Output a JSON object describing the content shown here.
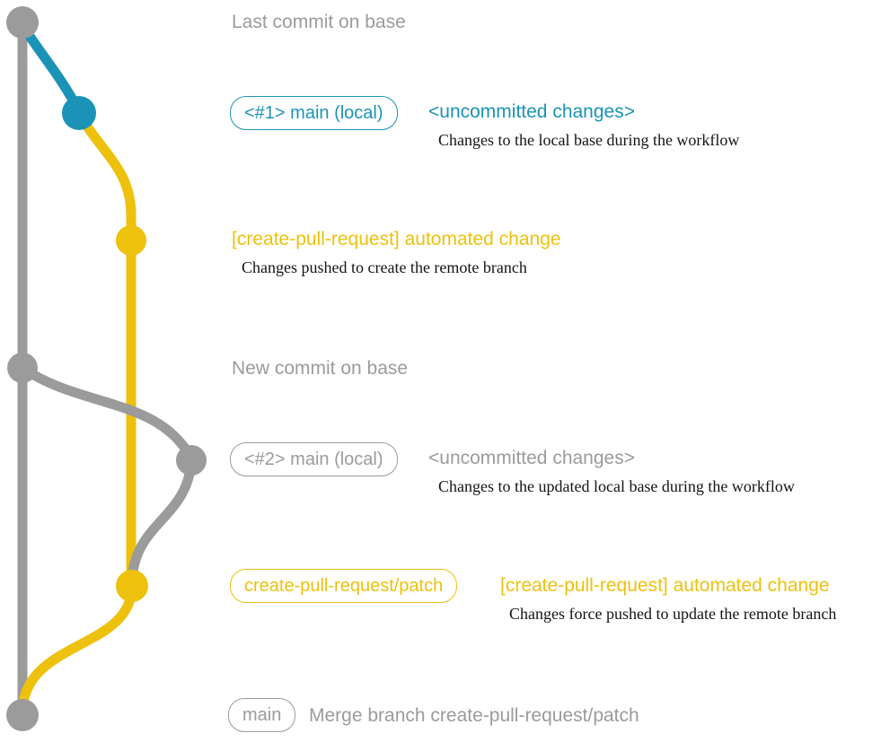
{
  "colors": {
    "gray": "#9b9b9b",
    "blue": "#1b93b6",
    "yellow": "#eec10d",
    "ink": "#141414",
    "bg": "#ffffff"
  },
  "annotations": {
    "last_commit_on_base": "Last commit on base",
    "new_commit_on_base": "New commit on base"
  },
  "events": {
    "local1": {
      "chip": "<#1> main (local)",
      "status": "<uncommitted changes>",
      "description": "Changes to the local base during the workflow"
    },
    "push1": {
      "message": "[create-pull-request] automated change",
      "description": "Changes pushed to create the remote branch"
    },
    "local2": {
      "chip": "<#2> main (local)",
      "status": "<uncommitted changes>",
      "description": "Changes to the updated local base during the workflow"
    },
    "push2": {
      "chip": "create-pull-request/patch",
      "message": "[create-pull-request] automated change",
      "description": "Changes force pushed to update the remote branch"
    },
    "merge": {
      "chip": "main",
      "message": "Merge branch create-pull-request/patch"
    }
  }
}
